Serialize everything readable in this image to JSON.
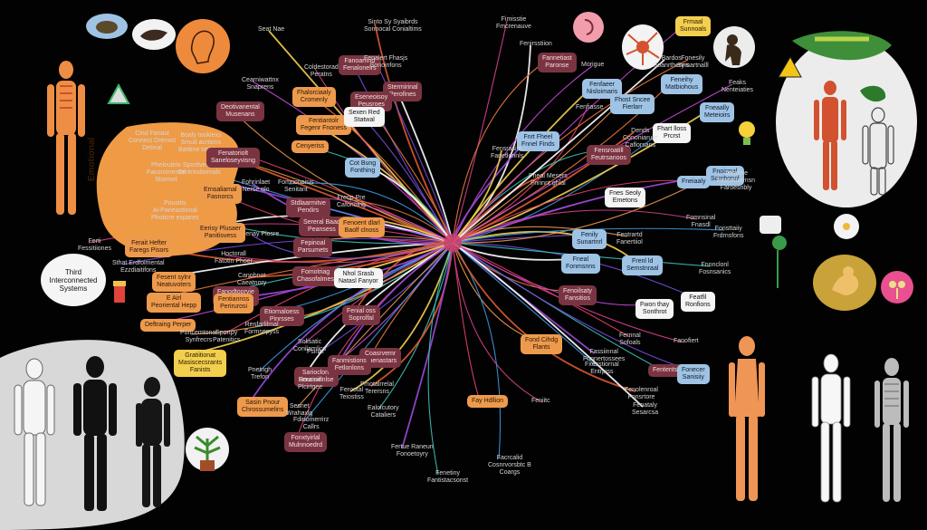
{
  "colors": {
    "background": "#020203",
    "orange": "#ee9a4c",
    "maroon": "#7a3441",
    "blue": "#9fc3e4",
    "yellow": "#f3cf4e",
    "white": "#f4f4f4"
  },
  "panels": {
    "left_blob": {
      "vertical_label": "Emotional"
    },
    "left_bubble": {
      "text": "Third\nInterconnected\nSystems"
    }
  },
  "nodes_left": [
    {
      "text": "Seat Nae",
      "style": "plain"
    },
    {
      "text": "Cind Fanast\nConnect Dremict\nDetinal",
      "style": "plain"
    },
    {
      "text": "Boaly tooklexs\nSmuit acrtions\nBatitine tatiblers",
      "style": "plain"
    },
    {
      "text": "Pheloutiris\nFacoromental\nStormot",
      "style": "plain"
    },
    {
      "text": "Sportivental\nFeritrindormals",
      "style": "plain"
    },
    {
      "text": "Pousitis\nAi-Paneastional\nPhoticre expares",
      "style": "plain"
    },
    {
      "text": "Ferait Hefter\nFaregs Pisors",
      "style": "orange"
    },
    {
      "text": "Ferti\nFessitiiones",
      "style": "plain"
    },
    {
      "text": "Sthat Erdfoimental\nEzzdiaitifons",
      "style": "plain"
    },
    {
      "text": "Fesent sylnr\nNeatuvoters",
      "style": "orange"
    },
    {
      "text": "E Airl\nPeoriental Hepp",
      "style": "orange"
    },
    {
      "text": "Deftraing Perper",
      "style": "orange"
    },
    {
      "text": "Gratiitionat\nMasiscecsrants\nFanists",
      "style": "yellow"
    },
    {
      "text": "Poricemtonal\nSynfrecrs",
      "style": "plain"
    },
    {
      "text": "Sportpy\nPatenitics",
      "style": "plain"
    },
    {
      "text": "Sasin Pnour\nChrossumelins",
      "style": "orange"
    },
    {
      "text": "Pnetrigh\nTrefon",
      "style": "plain"
    },
    {
      "text": "Fanodtoorvie\nFansts",
      "style": "maroon"
    },
    {
      "text": "Canobnot\nCaeatnory",
      "style": "plain"
    },
    {
      "text": "Hoctorall\nFatotin Phoer",
      "style": "plain"
    },
    {
      "text": "Fenay Plosre",
      "style": "plain"
    },
    {
      "text": "Eerisy Plusaer\nPanitisvess",
      "style": "orange"
    },
    {
      "text": "Fhalorciaaly\nCromenly",
      "style": "orange"
    },
    {
      "text": "Cearniwattnx\nSnaprens",
      "style": "plain"
    },
    {
      "text": "Fentiantolr\nFegenr Fnoness",
      "style": "orange"
    },
    {
      "text": "Deotivanental\nMusenans",
      "style": "maroon"
    },
    {
      "text": "Ernsaliamal\nFasnorcs",
      "style": "orange"
    },
    {
      "text": "Fohrinlaet\nNerse nlo",
      "style": "plain"
    },
    {
      "text": "Fomrionoisis\nSenitant",
      "style": "plain"
    },
    {
      "text": "Cenyeriss",
      "style": "orange"
    },
    {
      "text": "Fenatoriolt\nSaneloseyvisng",
      "style": "maroon"
    },
    {
      "text": "Coldestorad\nPeratns",
      "style": "plain"
    },
    {
      "text": "Fanoarrind\nFenalonelrs",
      "style": "maroon"
    },
    {
      "text": "Stermirinal\nPerofines",
      "style": "maroon"
    },
    {
      "text": "Eseneoisoy\nPeusroes",
      "style": "maroon"
    },
    {
      "text": "Stdlaarmitve\nPerxlirs",
      "style": "maroon"
    },
    {
      "text": "Sereral Baad\nPeansess",
      "style": "maroon"
    },
    {
      "text": "Fepinoal\nParsumets",
      "style": "maroon"
    },
    {
      "text": "Fomotriag\nChasofalmes",
      "style": "maroon"
    },
    {
      "text": "Fentiannss\nPerirurosi",
      "style": "orange"
    },
    {
      "text": "Etiornaloess\nPinrsses",
      "style": "maroon"
    },
    {
      "text": "Renfarlilmal\nFormsepyss",
      "style": "plain"
    },
    {
      "text": "Fenial oss\nSoprolfal",
      "style": "maroon"
    },
    {
      "text": "Solisatic\nConilarnlics",
      "style": "plain"
    },
    {
      "text": "Fsinal",
      "style": "plain"
    },
    {
      "text": "Sarioclonl\nRounsinnlse",
      "style": "maroon"
    },
    {
      "text": "Coasrvemr\nOaenastars",
      "style": "maroon"
    },
    {
      "text": "Sensirvll\nPlcirtgee",
      "style": "plain"
    },
    {
      "text": "Ferootal\nTeiostiss",
      "style": "plain"
    },
    {
      "text": "Sesnet\nWrahaxlg",
      "style": "plain"
    },
    {
      "text": "Fonxtyirlal\nMulnnoedrd",
      "style": "maroon"
    },
    {
      "text": "Fanmistions\nFetlonlons",
      "style": "maroon"
    },
    {
      "text": "Fdinomerrirz\nCallrs",
      "style": "plain"
    },
    {
      "text": "Ealolcutory\nCataliers",
      "style": "plain"
    },
    {
      "text": "Fmotalrrelal\nTerersns",
      "style": "plain"
    },
    {
      "text": "Feniitc",
      "style": "plain"
    }
  ],
  "nodes_center": [
    {
      "text": "Sexen Red\nStatwal",
      "style": "white"
    },
    {
      "text": "Cot Bung\nFonthing",
      "style": "blue"
    },
    {
      "text": "Frenp Pre\nCafonoing",
      "style": "plain"
    },
    {
      "text": "Fenoent dlarl\nBaolf clnoss",
      "style": "orange"
    },
    {
      "text": "Nhol Srasb\nNatasl Fanyor",
      "style": "white"
    },
    {
      "text": "Fond Cihdg\nFlants",
      "style": "orange"
    },
    {
      "text": "Fay Hdllion",
      "style": "orange"
    },
    {
      "text": "Fertue Raneun\nFonoetoyry",
      "style": "plain"
    },
    {
      "text": "Facrcalid\nCosnrvorsbtc B\nCoargs",
      "style": "plain"
    },
    {
      "text": "Fenetiny\nFantistacsonst",
      "style": "plain"
    },
    {
      "text": "Sinto Sy Syaibrds\nSonnocal Conialtims",
      "style": "plain"
    },
    {
      "text": "Fimisstie\nFmcrenauve",
      "style": "plain"
    },
    {
      "text": "Fenalert Fhasjs\nSonoinfons",
      "style": "plain"
    }
  ],
  "nodes_right": [
    {
      "text": "Fenirsstiion",
      "style": "plain"
    },
    {
      "text": "Fannetiast\nParonse",
      "style": "maroon"
    },
    {
      "text": "Morigue",
      "style": "plain"
    },
    {
      "text": "Fenfaeer\nNisloimaris",
      "style": "blue"
    },
    {
      "text": "Fhost Sncee\nFierlarr",
      "style": "blue"
    },
    {
      "text": "Fenfiasse",
      "style": "plain"
    },
    {
      "text": "Fnrt Fheel\nFnnel Finds",
      "style": "blue"
    },
    {
      "text": "Fhart lloss\nPrcrst",
      "style": "white"
    },
    {
      "text": "Fensroatill\nFeutrsanoos",
      "style": "maroon"
    },
    {
      "text": "Pneal Mesers\nFnrinnt ghlal",
      "style": "plain"
    },
    {
      "text": "Fnes Seoly\nEmetons",
      "style": "white"
    },
    {
      "text": "Fenily\nSunartnrl",
      "style": "blue"
    },
    {
      "text": "Fneal\nFonmsnns",
      "style": "blue"
    },
    {
      "text": "Fenoilsaty\nFansitios",
      "style": "maroon"
    },
    {
      "text": "Fwon thay\nSonthrot",
      "style": "white"
    },
    {
      "text": "Frenl ld\nSemstnraal",
      "style": "blue"
    },
    {
      "text": "Fentrartd\nFanertiiol",
      "style": "plain"
    },
    {
      "text": "Fernnal\nSofoals",
      "style": "plain"
    },
    {
      "text": "Fassiinnal\nFnnnertossees",
      "style": "plain"
    },
    {
      "text": "Fxesstiornal\nEntrpiss",
      "style": "plain"
    },
    {
      "text": "Fententsies",
      "style": "maroon"
    },
    {
      "text": "Fenolenroal\nFonsrtore",
      "style": "plain"
    },
    {
      "text": "Fomnsinal\nFnasdl",
      "style": "plain"
    },
    {
      "text": "Featfil\nRonfions",
      "style": "white"
    },
    {
      "text": "Bardos\nFoanrthenns",
      "style": "plain"
    },
    {
      "text": "Feneihy\nMatbiohous",
      "style": "blue"
    },
    {
      "text": "Feaks\nNenteiaties",
      "style": "plain"
    },
    {
      "text": "Fneaally\nMeteioirs",
      "style": "blue"
    },
    {
      "text": "Fnoirmal\nSomhonal",
      "style": "blue"
    },
    {
      "text": "Fneiaaly",
      "style": "blue"
    },
    {
      "text": "Defaltlre\nFirstsshernsn\nFaroesnbly",
      "style": "plain"
    },
    {
      "text": "Fonsttaiiy\nFrdrnsfons",
      "style": "plain"
    },
    {
      "text": "Fnonclonl\nFosnsanics",
      "style": "plain"
    },
    {
      "text": "Dends\nCononiaruirr\nCaflorsans",
      "style": "plain"
    },
    {
      "text": "Fanofiert",
      "style": "plain"
    },
    {
      "text": "Fonecer\nSanisiiy",
      "style": "blue"
    },
    {
      "text": "Fenataly\nSesarcsa",
      "style": "plain"
    },
    {
      "text": "Fonesily\nSymartnalll",
      "style": "plain"
    },
    {
      "text": "Frmaal\nSunnoals",
      "style": "yellow"
    },
    {
      "text": "Fensrasifo\nFanetlonnls",
      "style": "plain"
    }
  ]
}
